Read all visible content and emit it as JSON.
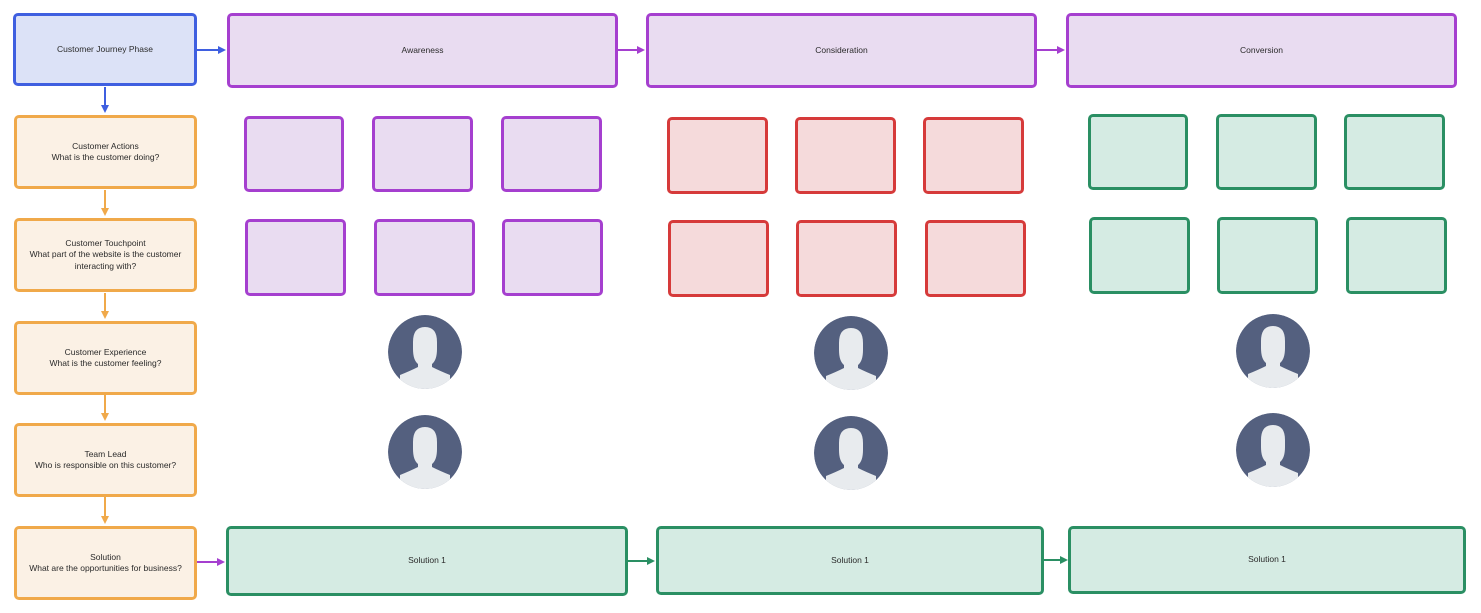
{
  "colors": {
    "blue_fill": "#dce2f7",
    "blue_stroke": "#3f5fe0",
    "purple_fill": "#e9dcf1",
    "purple_stroke": "#a53fcf",
    "orange_fill": "#fbf1e5",
    "orange_stroke": "#f0a94a",
    "red_fill": "#f5dadb",
    "red_stroke": "#d63a3a",
    "green_fill": "#d5ebe3",
    "green_stroke": "#2a8f63",
    "avatar_bg": "#54607f",
    "avatar_figure": "#e8ebee"
  },
  "rows": [
    {
      "title": "Customer Actions",
      "question": "What is the customer doing?"
    },
    {
      "title": "Customer Touchpoint",
      "question": "What part of the website is the customer interacting with?"
    },
    {
      "title": "Customer Experience",
      "question": "What is the customer feeling?"
    },
    {
      "title": "Team Lead",
      "question": "Who is responsible on this customer?"
    },
    {
      "title": "Solution",
      "question": "What are the opportunities for business?"
    }
  ],
  "header": {
    "label": "Customer Journey Phase"
  },
  "phases": [
    {
      "label": "Awareness",
      "color": "purple"
    },
    {
      "label": "Consideration",
      "color": "red"
    },
    {
      "label": "Conversion",
      "color": "green"
    }
  ],
  "solutions": [
    {
      "label": "Solution 1"
    },
    {
      "label": "Solution 1"
    },
    {
      "label": "Solution 1"
    }
  ],
  "avatar_icon": "user-avatar-icon"
}
